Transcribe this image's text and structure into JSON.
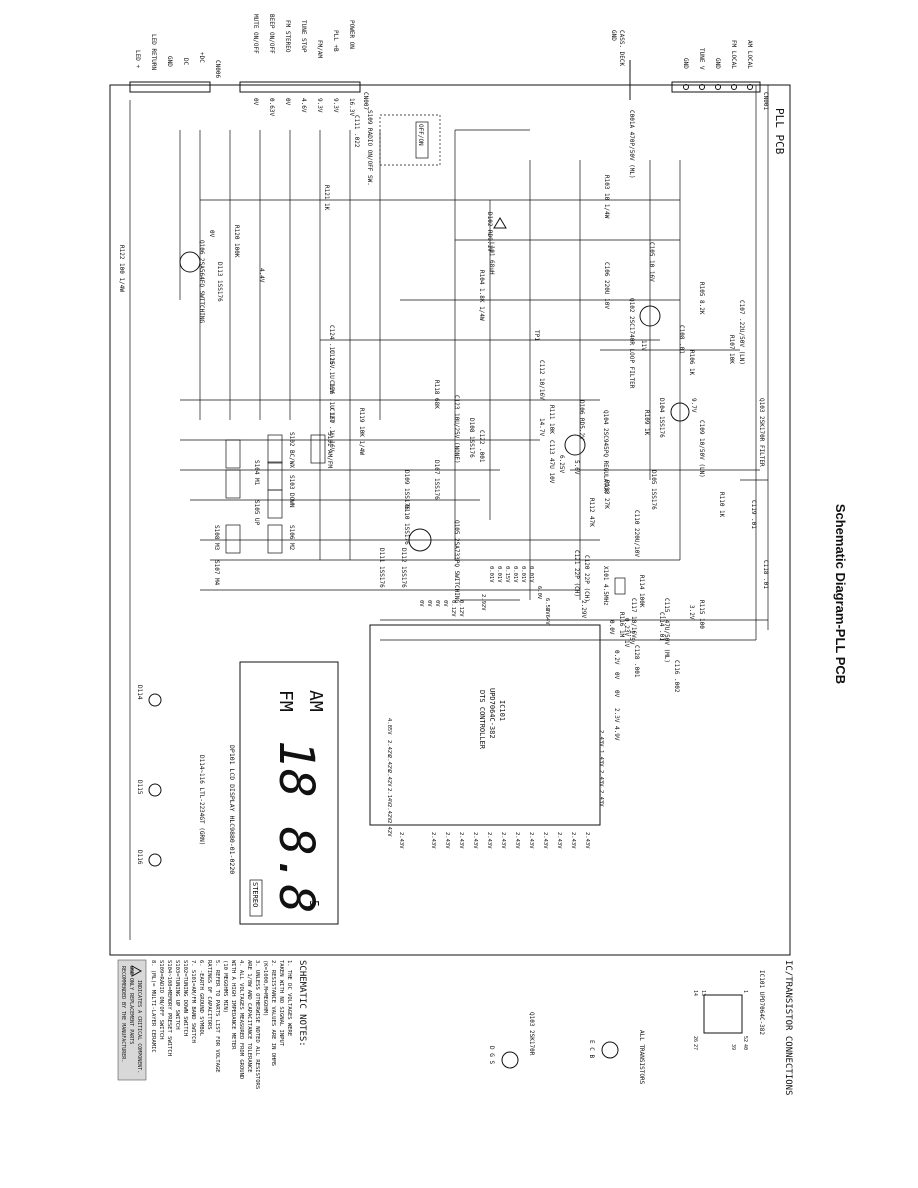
{
  "title": "Schematic Diagram-PLL PCB",
  "board_label": "PLL PCB",
  "connectors": {
    "cn001": {
      "ref": "CN001",
      "pins": [
        "AM LOCAL",
        "FM LOCAL",
        "GND",
        "TUNE V",
        "GND"
      ]
    },
    "cn007": {
      "ref": "CN007",
      "pins": [
        "POWER ON",
        "PLL +B",
        "FM/AM",
        "TUNE STOP",
        "FM STEREO",
        "BEEP ON/OFF",
        "MUTE ON/OFF"
      ],
      "voltages": [
        "16.3V",
        "9.3V",
        "9.3V",
        "4.6V",
        "0V",
        "0.63V",
        "0V"
      ]
    },
    "cn006": {
      "ref": "CN006",
      "pins": [
        "+DC",
        "DC",
        "GND",
        "LED RETURN",
        "LED +"
      ]
    },
    "cass": {
      "lines": [
        "CASS. DECK",
        "GND"
      ]
    }
  },
  "components": {
    "c001a": "C001A 470P/50V (ML)",
    "s109": "S109 RADIO ON/OFF SW.",
    "s109_state": "OFF/ON",
    "c111": "C111 .022",
    "r121": "R121 1K",
    "r120": "R120 100K",
    "q106": "Q106 2SA564FQ SWITCHING",
    "d113": "D113 1SS176",
    "r122": "R122 100 1/4W",
    "r103": "R103 10 1/4W",
    "d102": "D102 RD9.1V",
    "l101": "L101 68uH",
    "r104": "R104 1.8K 1/4W",
    "c105": "C105 10 16V",
    "c106": "C106 220U 10V",
    "r105": "R105 8.2K",
    "q102": "Q102 2SC1740R LOOP FILTER",
    "c107": "C107 .22U/50V (LN)",
    "r107": "R107 10K",
    "c108": "C108 .01",
    "r106": "R106 1K",
    "q103": "Q103 2SK170R FILTER",
    "d104": "D104 1SS176",
    "r109": "R109 1K",
    "c109": "C109 10/50V (LN)",
    "c112": "C112 10/16V",
    "tp1": "TP1",
    "c124": "C124 .1U 16V",
    "c125": "C125 .1U 16V",
    "c126": "C126 .1U 16V",
    "c127": "C127 .1U 16V",
    "r119": "R119 10K 1/4W",
    "c123": "C123 10U/25V (NONE)",
    "r118": "R118 68K",
    "d108": "D108 1SS176",
    "d106": "D106 RD5.2V",
    "r111": "R111 10K",
    "c113": "C113 47U 10V",
    "q104": "Q104 2SC945PQ REGULATOR",
    "r113": "R113 27K",
    "d105": "D105 1SS176",
    "r112": "R112 47K",
    "r110": "R110 1K",
    "c119": "C119 .01",
    "c118": "C118 .01",
    "c122": "C122 .001",
    "d107": "D107 1SS176",
    "q105": "Q105 2SA733PQ SWITCHING",
    "d109": "D109 1SS176",
    "d110": "D110 1SS176",
    "d111": "D111 1SS176",
    "d112": "D112 1SS176",
    "c120": "C120 22P (CH)",
    "c121": "C121 22P (CH)",
    "x101": "X101 4.5MHz",
    "c110": "C110 220U/10V",
    "r114": "R114 100K",
    "c117": "C117 10/16V",
    "c115": "C115 .47U/50V (ML)",
    "r116": "R116 1M",
    "r115": "R115 100",
    "c128": "C128 .001",
    "c116": "C116 .002",
    "c114": "C114 .01"
  },
  "switches": [
    "S101 AM/FM",
    "S102 BC/WX",
    "S103 DOWN",
    "S104 M1",
    "S105 UP",
    "S106 M2",
    "S107 M4",
    "S108 M3"
  ],
  "ic": {
    "ref": "IC101",
    "part": "UPD7064C-382",
    "desc": "DTS CONTROLLER",
    "side_top": [
      "0.2V",
      "0V",
      "0V",
      "2.3V",
      "4.9V"
    ],
    "side_left": [
      "6.52V",
      "6.64V",
      "6.0V",
      "0.01V",
      "0.01V",
      "0.01V",
      "0.15V",
      "0.01V",
      "0.01V",
      "2.92V",
      "0.12V",
      "0.12V",
      "0V",
      "0V",
      "0V",
      "0V",
      "4.85V",
      "2.42V",
      "2.42V",
      "2.42V",
      "2.14V",
      "2.42V",
      "2.42V"
    ],
    "side_bottom": [
      "2.43V",
      "2.43V",
      "2.43V",
      "2.43V",
      "2.43V",
      "2.43V",
      "2.43V",
      "2.43V",
      "2.43V",
      "2.43V",
      "2.43V",
      "2.43V",
      "2.43V"
    ],
    "side_right": [
      "2.43V",
      "2.43V",
      "1.43V",
      "2.43V"
    ],
    "misc_voltages": [
      "9.7V",
      "11V",
      "14.7V",
      "6.25V",
      "5.6V",
      "4.4V",
      "0V",
      "0.23V",
      "0.0V",
      "1V",
      "1.5V",
      "2.29V",
      "3.2V"
    ]
  },
  "display": {
    "label": "DP101 LCD DISPLAY HLC9880-01-0220",
    "bands": [
      "AM",
      "FM"
    ],
    "digits": "18 8.8",
    "sup": "5",
    "stereo": "STEREO"
  },
  "leds": {
    "refs": [
      "D114",
      "D115",
      "D116"
    ],
    "label": "D114~116 LTL-2234GT (GRN)"
  },
  "ic_connections": {
    "title": "IC/TRANSISTOR CONNECTIONS",
    "ic_label": "IC101 UPD7064C-382",
    "pin_numbers": [
      "1",
      "13",
      "14",
      "52",
      "26",
      "27",
      "39",
      "40"
    ],
    "transistor_title": "ALL TRANSISTORS",
    "ecb": "E C B",
    "q103_label": "Q103 2SK170R",
    "dgs": "D G S"
  },
  "notes": {
    "title": "SCHEMATIC NOTES:",
    "items": [
      "1.  THE DC VOLTAGES WERE",
      "    TAKEN WITH NO SIGNAL INPUT",
      "2.  RESISTANCE VALUES ARE IN OHMS",
      "    (K=1000,M=MEGOHM)",
      "3.  UNLESS OTHERWISE NOTED ALL RESISTORS",
      "    ARE 1/8W AND CAPACITANCE TOLERANCE",
      "4.  ALL VOLTAGES MEASURED FROM GROUND",
      "    WITH A HIGH IMPEDANCE METER",
      "    (10 MEGOHMS MIN)",
      "5.  REFER TO PARTS LIST FOR VOLTAGE",
      "    RATINGS OF CAPACITORS",
      "6.  -EARTH GROUND SYMBOL",
      "7.  S101=AM/FM BAND SWITCH",
      "    S102=TUNING DOWN SWITCH",
      "    S103=TUNING UP SWITCH",
      "    S104~108=MEMORY PRESET SWITCH",
      "    S109=RADIO ON/OFF SWITCH",
      "8.  (ML)= MULTI-LAYER CERAMIC"
    ],
    "warning": [
      "INDICATES A CRITICAL COMPONENT.",
      "USE ONLY REPLACEMENT PARTS",
      "RECOMMENDED BY THE MANUFACTURER."
    ]
  }
}
